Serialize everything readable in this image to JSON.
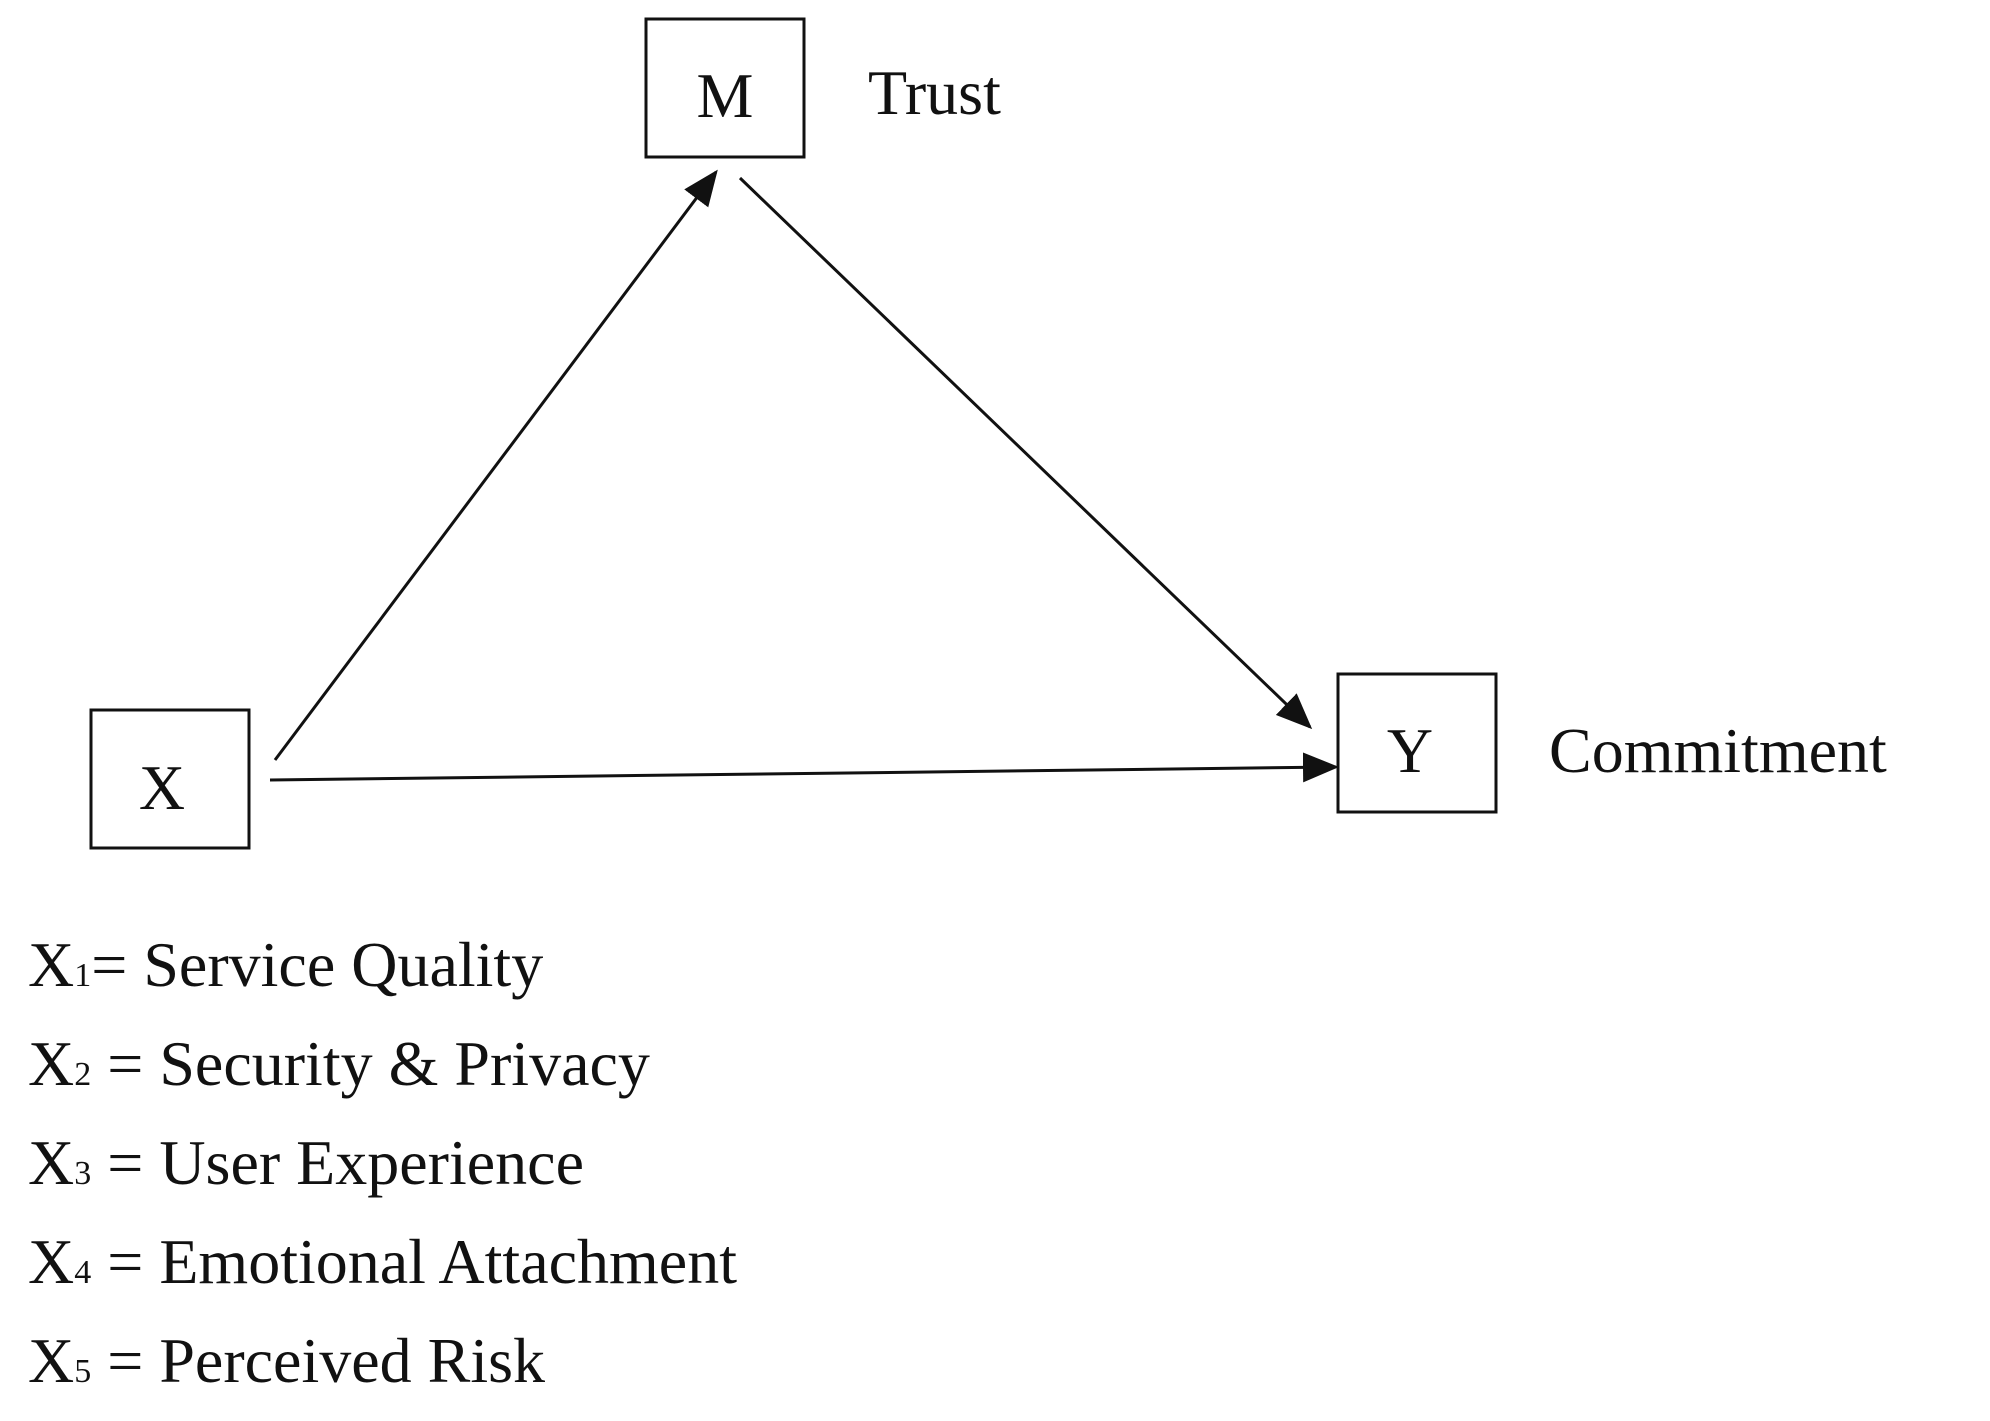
{
  "diagram": {
    "nodes": [
      {
        "id": "X",
        "letter": "X",
        "name": ""
      },
      {
        "id": "M",
        "letter": "M",
        "name": "Trust"
      },
      {
        "id": "Y",
        "letter": "Y",
        "name": "Commitment"
      }
    ],
    "edges": [
      {
        "from": "X",
        "to": "M"
      },
      {
        "from": "M",
        "to": "Y"
      },
      {
        "from": "X",
        "to": "Y"
      }
    ]
  },
  "legend": {
    "items": [
      {
        "letter": "X",
        "sub": "1",
        "eq": "= ",
        "label": "Service Quality"
      },
      {
        "letter": "X",
        "sub": "2",
        "eq": " = ",
        "label": "Security & Privacy"
      },
      {
        "letter": "X",
        "sub": "3",
        "eq": " = ",
        "label": "User Experience"
      },
      {
        "letter": "X",
        "sub": "4",
        "eq": " = ",
        "label": "Emotional Attachment"
      },
      {
        "letter": "X",
        "sub": "5",
        "eq": " = ",
        "label": "Perceived Risk"
      }
    ]
  }
}
